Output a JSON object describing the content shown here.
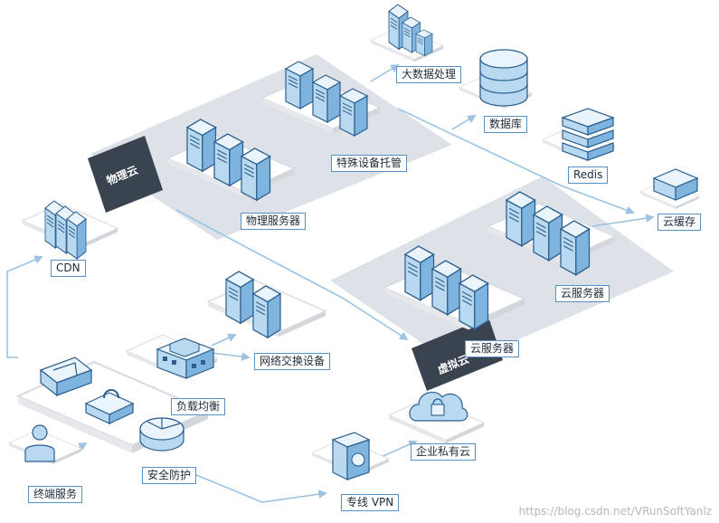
{
  "zones": {
    "physical": "物理云",
    "virtual": "虚拟云"
  },
  "nodes": {
    "bigdata": "大数据处理",
    "database": "数据库",
    "redis": "Redis",
    "cloud_cache": "云缓存",
    "special_hosting": "特殊设备托管",
    "physical_server": "物理服务器",
    "cdn": "CDN",
    "cloud_server_right": "云服务器",
    "cloud_server_left": "云服务器",
    "network_switch": "网络交换设备",
    "load_balance": "负载均衡",
    "enterprise_private_cloud": "企业私有云",
    "security": "安全防护",
    "terminal_service": "终端服务",
    "dedicated_vpn": "专线 VPN"
  },
  "watermark": "https://blog.csdn.net/VRunSoftYanlz",
  "colors": {
    "stroke": "#2c5f8e",
    "face_light": "#eaf4fc",
    "face_mid": "#b9d9f1",
    "face_dark": "#7fb4df",
    "connector": "#9cc3e2",
    "zone_fill": "#dde2e8",
    "zone_tag": "#3a4350"
  }
}
